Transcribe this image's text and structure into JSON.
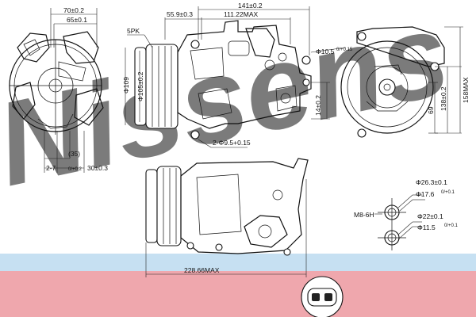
{
  "watermark": {
    "text": "Nissens",
    "color": "#a9cde6"
  },
  "bands": {
    "top_color": "#c6e0f2",
    "bottom_color": "#efa7ad"
  },
  "dimensions": {
    "front_width_70": "70±0.2",
    "front_width_65": "65±0.1",
    "front_35": "(35)",
    "front_hole_2x7": "2-7",
    "front_hole_tol": "0/+0.2",
    "front_30": "30±0.3",
    "side_55": "55.9±0.3",
    "side_141": "141±0.2",
    "side_111": "111.22MAX",
    "side_5pk": "5PK",
    "side_dia109": "Φ109",
    "side_dia105": "Φ105±0.2",
    "side_dia105_val": "Φ105",
    "side_hole_10": "Φ10.5",
    "side_hole_10_tol": "0/+0.15",
    "side_14": "14±0.2",
    "side_hole_2x9": "2-Φ9.5+0.15",
    "rear_69": "69",
    "rear_158": "158MAX",
    "rear_138": "138±0.2",
    "bottom_228": "228.66MAX",
    "port_26": "Φ26.3±0.1",
    "port_17": "Φ17.6",
    "port_17_tol": "0/+0.1",
    "port_m8": "M8-6H",
    "port_22": "Φ22±0.1",
    "port_11": "Φ11.5",
    "port_11_tol": "0/+0.1"
  }
}
